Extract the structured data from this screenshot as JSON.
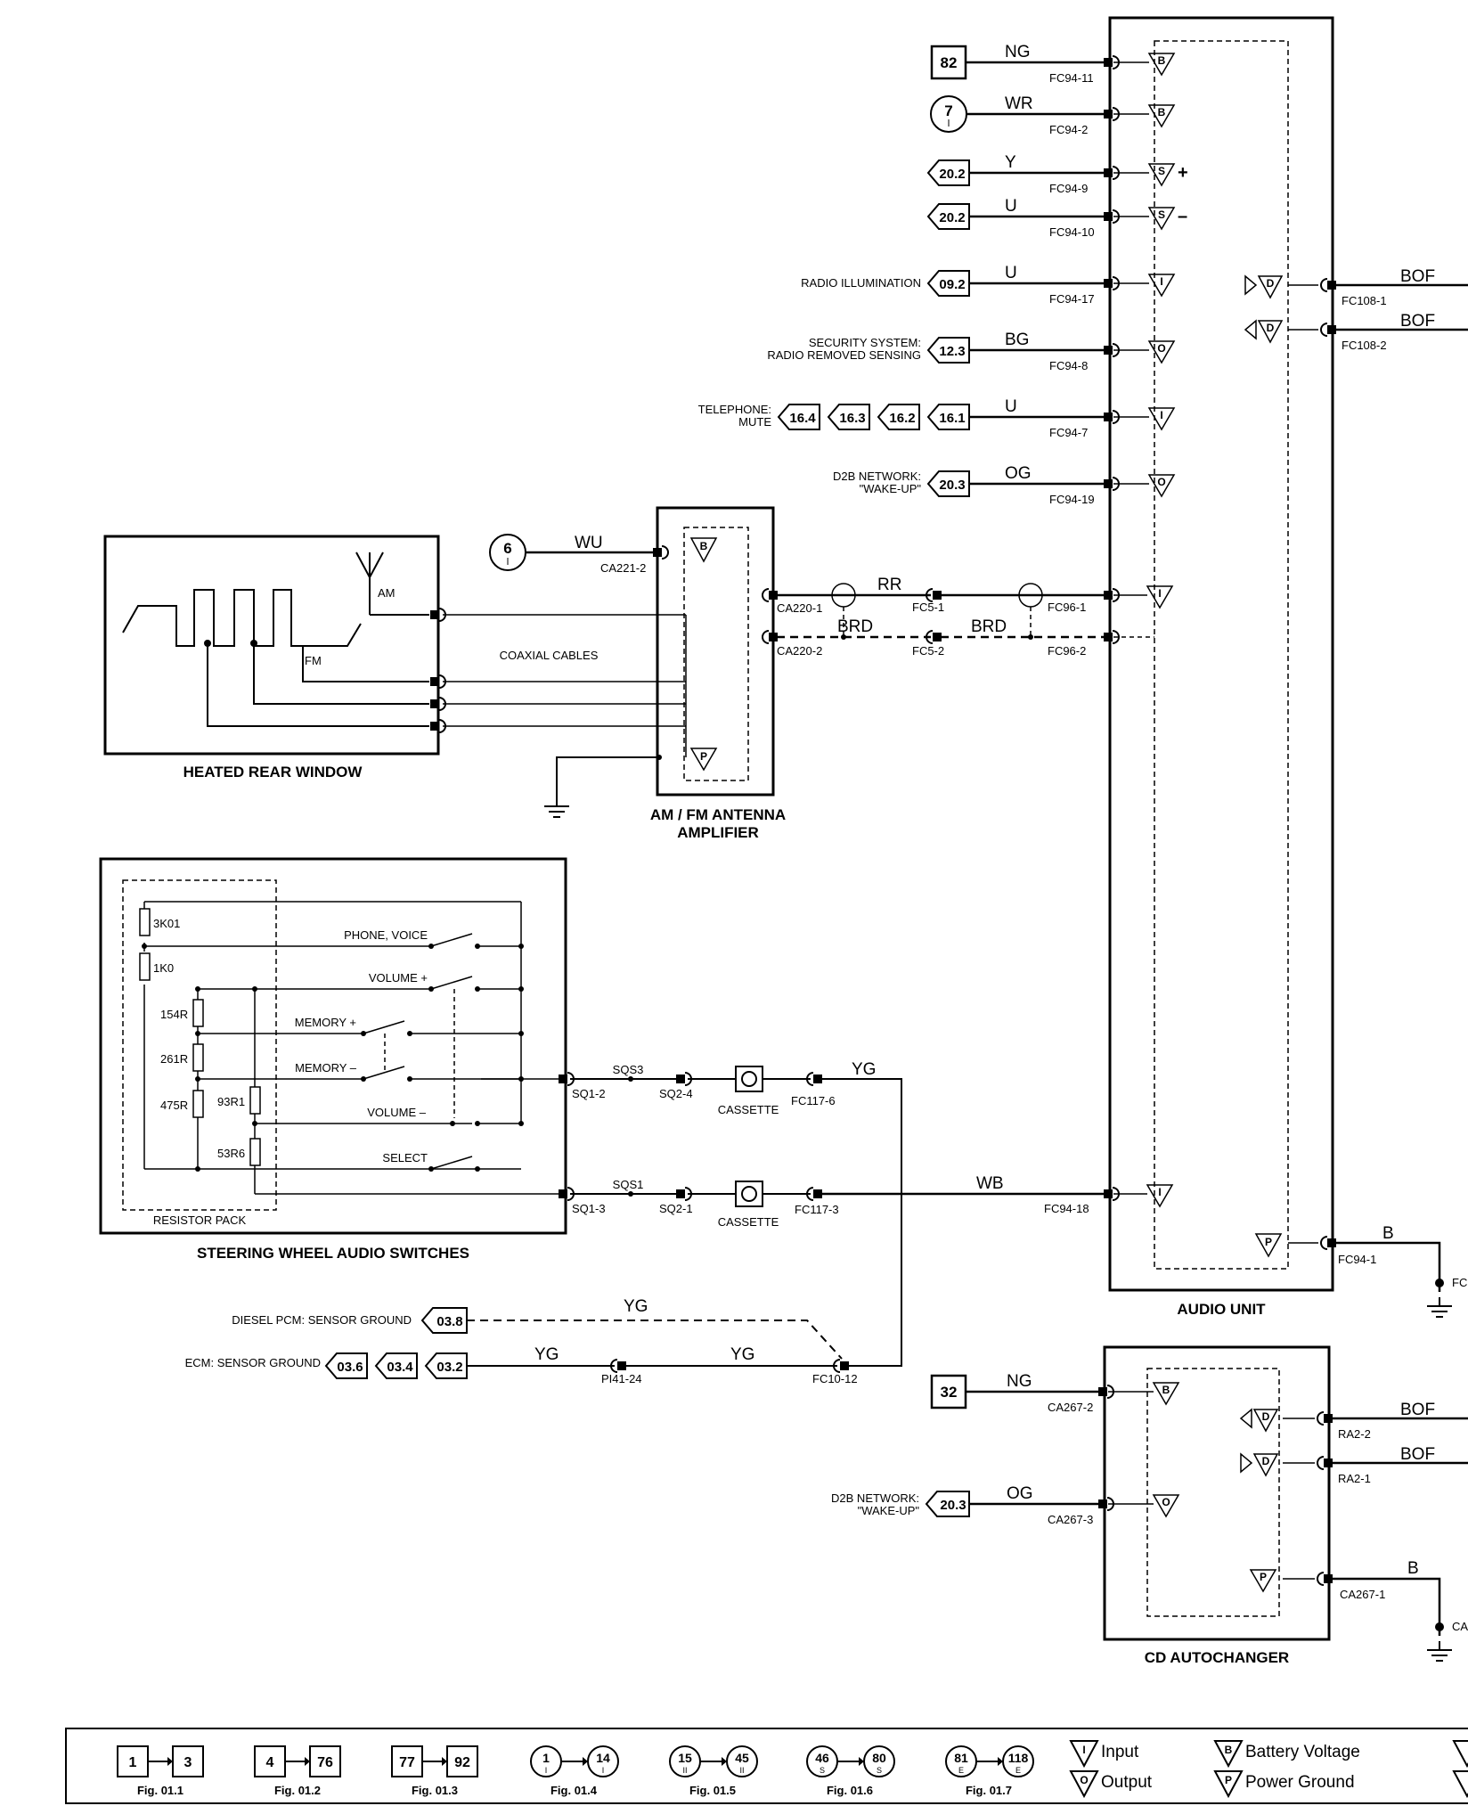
{
  "components": {
    "audio_unit": "AUDIO UNIT",
    "cd_autochanger": "CD AUTOCHANGER",
    "heated_rear_window": "HEATED REAR WINDOW",
    "antenna_amp_1": "AM / FM ANTENNA",
    "antenna_amp_2": "AMPLIFIER",
    "steering_switches": "STEERING WHEEL AUDIO SWITCHES",
    "resistor_pack": "RESISTOR PACK",
    "coaxial": "COAXIAL CABLES",
    "am": "AM",
    "fm": "FM",
    "cassette": "CASSETTE"
  },
  "audio_pins": [
    {
      "ref": "82",
      "shape": "box",
      "color": "NG",
      "pin": "FC94-11",
      "sym": "B",
      "desc": "",
      "extra": []
    },
    {
      "ref": "7",
      "shape": "circle",
      "color": "WR",
      "pin": "FC94-2",
      "sym": "B",
      "desc": "",
      "extra": []
    },
    {
      "ref": "20.2",
      "shape": "arrow",
      "color": "Y",
      "pin": "FC94-9",
      "sym": "S+",
      "desc": "",
      "extra": []
    },
    {
      "ref": "20.2",
      "shape": "arrow",
      "color": "U",
      "pin": "FC94-10",
      "sym": "S-",
      "desc": "",
      "extra": []
    },
    {
      "ref": "09.2",
      "shape": "arrow",
      "color": "U",
      "pin": "FC94-17",
      "sym": "I",
      "desc": "RADIO ILLUMINATION",
      "extra": []
    },
    {
      "ref": "12.3",
      "shape": "arrow",
      "color": "BG",
      "pin": "FC94-8",
      "sym": "O",
      "desc": "SECURITY SYSTEM:",
      "desc2": "RADIO REMOVED SENSING",
      "extra": []
    },
    {
      "ref": "16.1",
      "shape": "arrow",
      "color": "U",
      "pin": "FC94-7",
      "sym": "I",
      "desc": "TELEPHONE:",
      "desc2": "MUTE",
      "extra": [
        "16.2",
        "16.3",
        "16.4"
      ]
    },
    {
      "ref": "20.3",
      "shape": "arrow",
      "color": "OG",
      "pin": "FC94-19",
      "sym": "O",
      "desc": "D2B NETWORK:",
      "desc2": "\"WAKE-UP\"",
      "extra": []
    }
  ],
  "outputs": {
    "bof": "BOF",
    "fc108_1": "FC108-1",
    "fc108_2": "FC108-2",
    "ra2_2": "RA2-2",
    "ra2_1": "RA2-1",
    "b": "B",
    "fc94_1": "FC94-1",
    "ca267_1": "CA267-1",
    "fc_cut": "FC",
    "ca_cut": "CA"
  },
  "antenna": {
    "ref6": "6",
    "wu": "WU",
    "ca221_2": "CA221-2",
    "ca220_1": "CA220-1",
    "ca220_2": "CA220-2",
    "rr": "RR",
    "brd": "BRD",
    "fc5_1": "FC5-1",
    "fc5_2": "FC5-2",
    "fc96_1": "FC96-1",
    "fc96_2": "FC96-2"
  },
  "resistors": [
    "3K01",
    "1K0",
    "154R",
    "261R",
    "475R",
    "93R1",
    "53R6"
  ],
  "switches": [
    "PHONE, VOICE",
    "VOLUME +",
    "MEMORY +",
    "MEMORY –",
    "VOLUME –",
    "SELECT"
  ],
  "steering": {
    "sq1_2": "SQ1-2",
    "sq1_3": "SQ1-3",
    "sqs3": "SQS3",
    "sqs1": "SQS1",
    "sq2_4": "SQ2-4",
    "sq2_1": "SQ2-1",
    "fc117_6": "FC117-6",
    "fc117_3": "FC117-3",
    "yg": "YG",
    "wb": "WB",
    "fc94_18": "FC94-18"
  },
  "grounds": {
    "diesel": "DIESEL PCM: SENSOR GROUND",
    "diesel_ref": "03.8",
    "ecm": "ECM: SENSOR GROUND",
    "ecm_refs": [
      "03.2",
      "03.4",
      "03.6"
    ],
    "pi41_24": "PI41-24",
    "fc10_12": "FC10-12",
    "yg": "YG"
  },
  "cd": {
    "ref32": "32",
    "ng": "NG",
    "ca267_2": "CA267-2",
    "ref203": "20.3",
    "og": "OG",
    "ca267_3": "CA267-3",
    "d2b": "D2B NETWORK:",
    "wake": "\"WAKE-UP\""
  },
  "legend": {
    "figs": [
      {
        "a": "1",
        "b": "3",
        "fig": "Fig. 01.1",
        "shape": "box"
      },
      {
        "a": "4",
        "b": "76",
        "fig": "Fig. 01.2",
        "shape": "box"
      },
      {
        "a": "77",
        "b": "92",
        "fig": "Fig. 01.3",
        "shape": "box"
      },
      {
        "a": "1",
        "b": "14",
        "fig": "Fig. 01.4",
        "shape": "circle",
        "sub": "I"
      },
      {
        "a": "15",
        "b": "45",
        "fig": "Fig. 01.5",
        "shape": "circle",
        "sub": "II"
      },
      {
        "a": "46",
        "b": "80",
        "fig": "Fig. 01.6",
        "shape": "circle",
        "sub": "S"
      },
      {
        "a": "81",
        "b": "118",
        "fig": "Fig. 01.7",
        "shape": "circle",
        "sub": "E"
      }
    ],
    "input": "Input",
    "output": "Output",
    "battery": "Battery Voltage",
    "ground": "Power Ground"
  },
  "colors": {
    "ink": "#000000",
    "paper": "#ffffff"
  }
}
